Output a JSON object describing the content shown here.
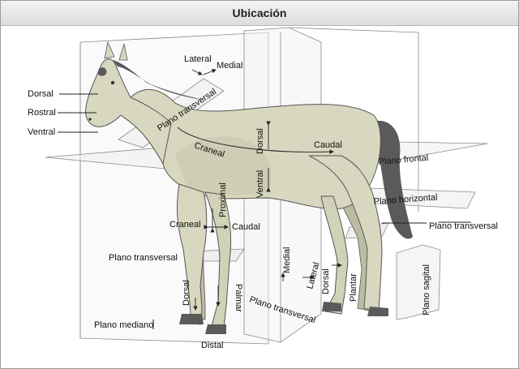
{
  "window": {
    "title": "Ubicación"
  },
  "colors": {
    "title_bg": "#dcdcdc",
    "horse_body": "#d8d8c0",
    "horse_shade": "#c4c4aa",
    "mane_tail": "#5a5a5a",
    "plane_line": "#8a8a8a"
  },
  "labels": {
    "dorsal_left": "Dorsal",
    "rostral": "Rostral",
    "ventral_left": "Ventral",
    "lateral_top": "Lateral",
    "medial_top": "Medial",
    "plano_transversal_neck": "Plano transversal",
    "craneal_body": "Craneal",
    "caudal_body": "Caudal",
    "dorsal_body": "Dorsal",
    "ventral_body": "Ventral",
    "plano_frontal": "Plano frontal",
    "proximal": "Proximal",
    "plano_horizontal": "Plano horizontal",
    "plano_transversal_right": "Plano transversal",
    "craneal_leg": "Craneal",
    "caudal_leg": "Caudal",
    "plano_transversal_left": "Plano transversal",
    "medial_leg": "Medial",
    "lateral_leg": "Lateral",
    "dorsal_hind": "Dorsal",
    "plantar": "Plantar",
    "plano_sagital": "Plano sagital",
    "dorsal_front": "Dorsal",
    "palmar": "Palmar",
    "plano_transversal_bottom": "Plano transversal",
    "plano_mediano": "Plano mediano",
    "distal": "Distal"
  }
}
